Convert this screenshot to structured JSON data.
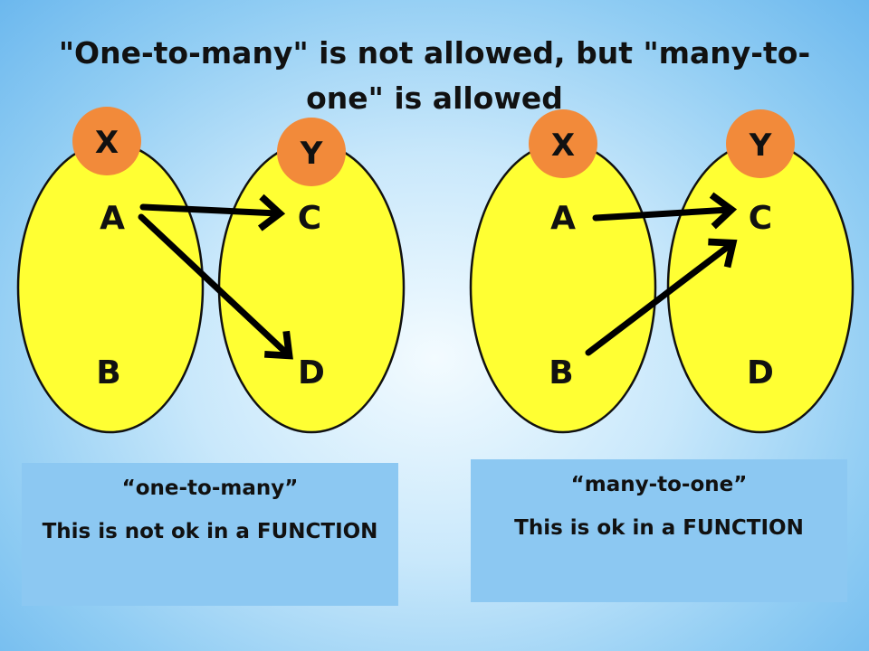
{
  "title": "\"One-to-many\" is not allowed, but \"many-to-one\" is allowed",
  "left_diagram": {
    "set_x_label": "X",
    "set_y_label": "Y",
    "x_elements": [
      "A",
      "B"
    ],
    "y_elements": [
      "C",
      "D"
    ],
    "mappings": [
      [
        "A",
        "C"
      ],
      [
        "A",
        "D"
      ]
    ]
  },
  "right_diagram": {
    "set_x_label": "X",
    "set_y_label": "Y",
    "x_elements": [
      "A",
      "B"
    ],
    "y_elements": [
      "C",
      "D"
    ],
    "mappings": [
      [
        "A",
        "C"
      ],
      [
        "B",
        "C"
      ]
    ]
  },
  "left_caption": {
    "title": "“one-to-many”",
    "body": "This is not ok in  a FUNCTION"
  },
  "right_caption": {
    "title": "“many-to-one”",
    "body": "This is ok in a FUNCTION"
  },
  "colors": {
    "set_fill": "#ffff33",
    "badge_fill": "#f28a3a",
    "caption_fill": "#8cc8f2"
  }
}
